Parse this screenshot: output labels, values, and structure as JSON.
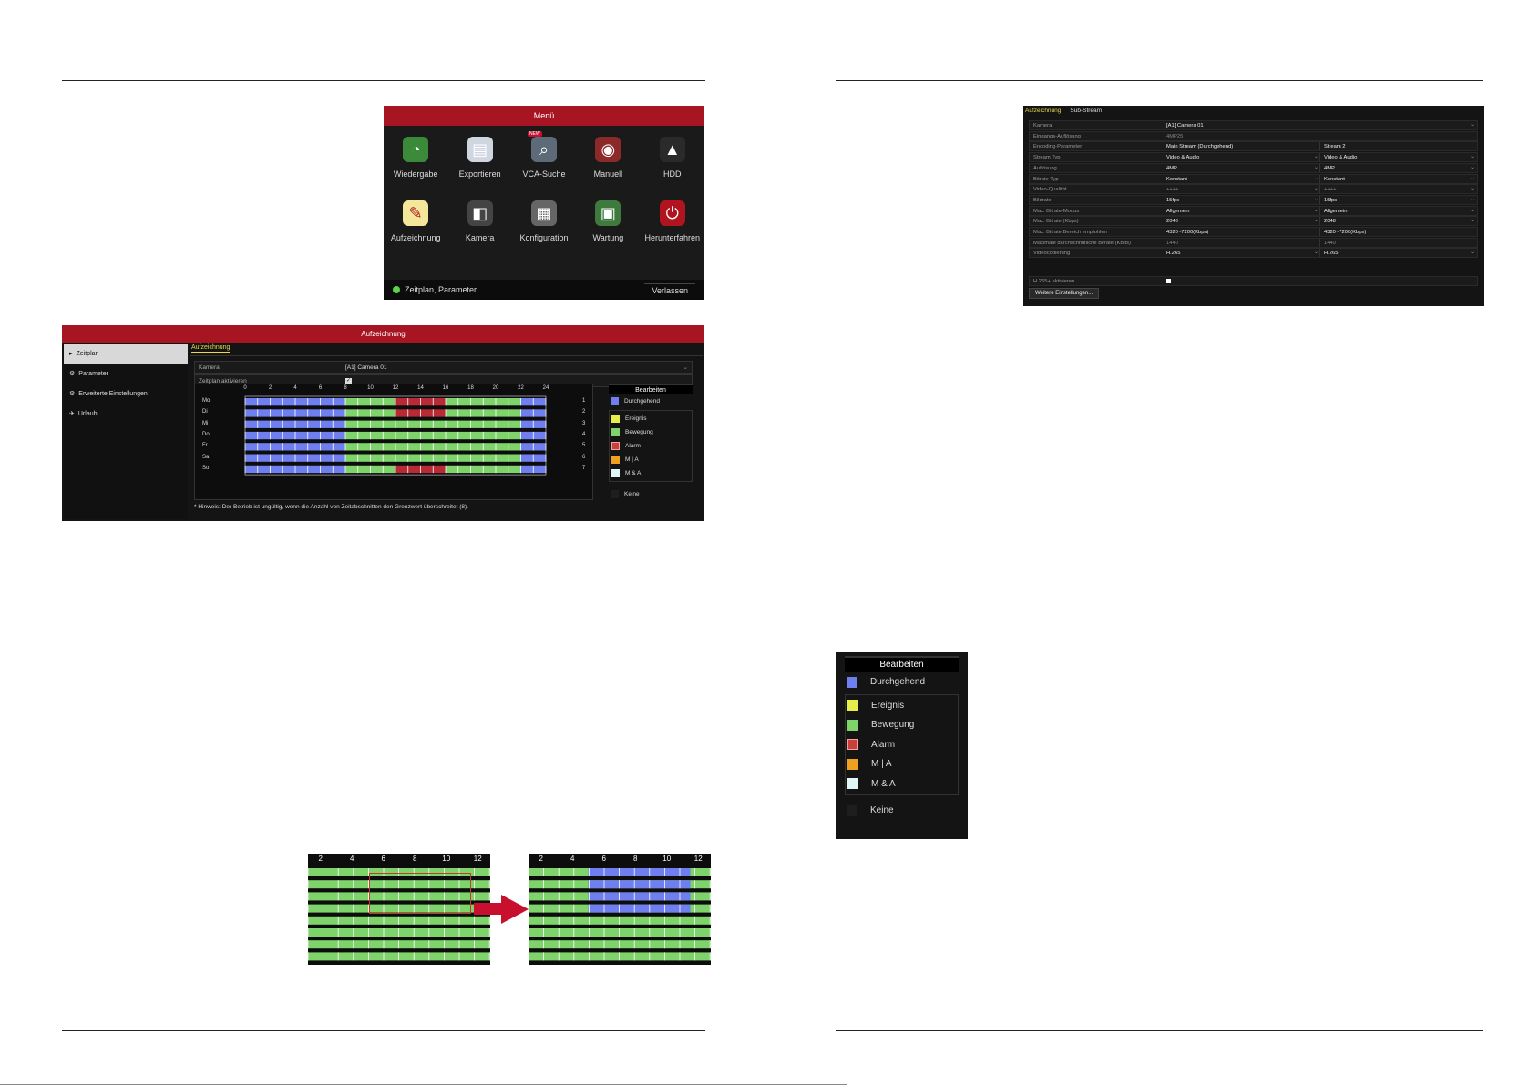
{
  "menu": {
    "title": "Menü",
    "items": [
      {
        "label": "Wiedergabe",
        "icon": "playback-icon"
      },
      {
        "label": "Exportieren",
        "icon": "export-icon"
      },
      {
        "label": "VCA-Suche",
        "icon": "vca-search-icon",
        "badge": "NEW"
      },
      {
        "label": "Manuell",
        "icon": "manual-icon"
      },
      {
        "label": "HDD",
        "icon": "hdd-icon"
      },
      {
        "label": "Aufzeichnung",
        "icon": "recording-icon",
        "selected": true
      },
      {
        "label": "Kamera",
        "icon": "camera-icon"
      },
      {
        "label": "Konfiguration",
        "icon": "configuration-icon"
      },
      {
        "label": "Wartung",
        "icon": "maintenance-icon"
      },
      {
        "label": "Herunterfahren",
        "icon": "shutdown-icon"
      }
    ],
    "status": "Zeitplan, Parameter",
    "exit_label": "Verlassen"
  },
  "recording": {
    "title": "Aufzeichnung",
    "sidebar": [
      {
        "label": "Zeitplan",
        "selected": true
      },
      {
        "label": "Parameter"
      },
      {
        "label": "Erweiterte Einstellungen"
      },
      {
        "label": "Urlaub"
      }
    ],
    "tab": "Aufzeichnung",
    "camera_label": "Kamera",
    "camera_value": "[A1] Camera 01",
    "enable_label": "Zeitplan aktivieren",
    "enable_checked": true,
    "hours": [
      "0",
      "2",
      "4",
      "6",
      "8",
      "10",
      "12",
      "14",
      "16",
      "18",
      "20",
      "22",
      "24"
    ],
    "days": [
      "Mo",
      "Di",
      "Mi",
      "Do",
      "Fr",
      "Sa",
      "So"
    ],
    "day_numbers": [
      "1",
      "2",
      "3",
      "4",
      "5",
      "6",
      "7"
    ],
    "schedule": [
      [
        [
          "continuous",
          0,
          8
        ],
        [
          "motion",
          8,
          12
        ],
        [
          "alarm",
          12,
          16
        ],
        [
          "motion",
          16,
          22
        ],
        [
          "continuous",
          22,
          24
        ]
      ],
      [
        [
          "continuous",
          0,
          8
        ],
        [
          "motion",
          8,
          12
        ],
        [
          "alarm",
          12,
          16
        ],
        [
          "motion",
          16,
          22
        ],
        [
          "continuous",
          22,
          24
        ]
      ],
      [
        [
          "continuous",
          0,
          8
        ],
        [
          "motion",
          8,
          22
        ],
        [
          "continuous",
          22,
          24
        ]
      ],
      [
        [
          "continuous",
          0,
          8
        ],
        [
          "motion",
          8,
          22
        ],
        [
          "continuous",
          22,
          24
        ]
      ],
      [
        [
          "continuous",
          0,
          8
        ],
        [
          "motion",
          8,
          22
        ],
        [
          "continuous",
          22,
          24
        ]
      ],
      [
        [
          "continuous",
          0,
          8
        ],
        [
          "motion",
          8,
          22
        ],
        [
          "continuous",
          22,
          24
        ]
      ],
      [
        [
          "continuous",
          0,
          8
        ],
        [
          "motion",
          8,
          12
        ],
        [
          "alarm",
          12,
          16
        ],
        [
          "motion",
          16,
          22
        ],
        [
          "continuous",
          22,
          24
        ]
      ]
    ],
    "note": "* Hinweis: Der Betrieb ist ungültig, wenn die Anzahl von Zeitabschnitten den Grenzwert überschreitet (8)."
  },
  "legend": {
    "edit_label": "Bearbeiten",
    "continuous": "Durchgehend",
    "items": [
      {
        "label": "Ereignis",
        "color": "#e6ee4a"
      },
      {
        "label": "Bewegung",
        "color": "#7ed36a"
      },
      {
        "label": "Alarm",
        "color": "#c8403a"
      },
      {
        "label": "M | A",
        "color": "#f0a020"
      },
      {
        "label": "M & A",
        "color": "#e2f6f8"
      }
    ],
    "continuous_color": "#6f7fef",
    "none": "Keine",
    "none_color": "#1e1e1e"
  },
  "colors": {
    "continuous": "#6f7fef",
    "motion": "#7ed36a",
    "alarm": "#b82a36",
    "brand": "#a81522"
  },
  "stream": {
    "tabs": [
      "Aufzeichnung",
      "Sub-Stream"
    ],
    "rows": [
      {
        "label": "Kamera",
        "a": "[A1] Camera 01",
        "b": "",
        "da": false,
        "db": true,
        "split": false
      },
      {
        "label": "Eingangs-Auflösung",
        "a": "4MP25",
        "b": "",
        "dim": true,
        "split": false
      },
      {
        "label": "Encoding-Parameter",
        "a": "Main Stream (Durchgehend)",
        "b": "Stream 2",
        "split": true
      },
      {
        "label": "Stream Typ",
        "a": "Video & Audio",
        "b": "Video & Audio",
        "da": true,
        "db": true,
        "split": true
      },
      {
        "label": "Auflösung",
        "a": "4MP",
        "b": "4MP",
        "da": true,
        "db": true,
        "split": true
      },
      {
        "label": "Bitrate Typ",
        "a": "Konstant",
        "b": "Konstant",
        "da": true,
        "db": true,
        "split": true
      },
      {
        "label": "Video-Qualität",
        "a": "++++",
        "b": "++++",
        "da": true,
        "db": true,
        "split": true,
        "dim": true
      },
      {
        "label": "Bildrate",
        "a": "15fps",
        "b": "15fps",
        "da": true,
        "db": true,
        "split": true
      },
      {
        "label": "Max. Bitrate-Modus",
        "a": "Allgemein",
        "b": "Allgemein",
        "da": true,
        "db": true,
        "split": true
      },
      {
        "label": "Max. Bitrate (Kbps)",
        "a": "2048",
        "b": "2048",
        "da": true,
        "db": true,
        "split": true
      },
      {
        "label": "Max. Bitrate Bereich empfohlen",
        "a": "4320~7200(Kbps)",
        "b": "4320~7200(Kbps)",
        "split": true
      },
      {
        "label": "Maximale durchschnittliche Bitrate (KBits)",
        "a": "1440",
        "b": "1440",
        "split": true,
        "dim": true
      },
      {
        "label": "Videocodierung",
        "a": "H.265",
        "b": "H.265",
        "da": true,
        "db": true,
        "split": true
      }
    ],
    "h265_label": "H.265+ aktivieren",
    "h265_checked": true,
    "more_label": "Weitere Einstellungen..."
  },
  "zoom": {
    "hours": [
      "2",
      "4",
      "6",
      "8",
      "10",
      "12"
    ],
    "before": "motion-all",
    "after_highlight_hours": [
      5,
      11.5
    ],
    "after_highlight_rows": [
      0,
      3
    ]
  }
}
